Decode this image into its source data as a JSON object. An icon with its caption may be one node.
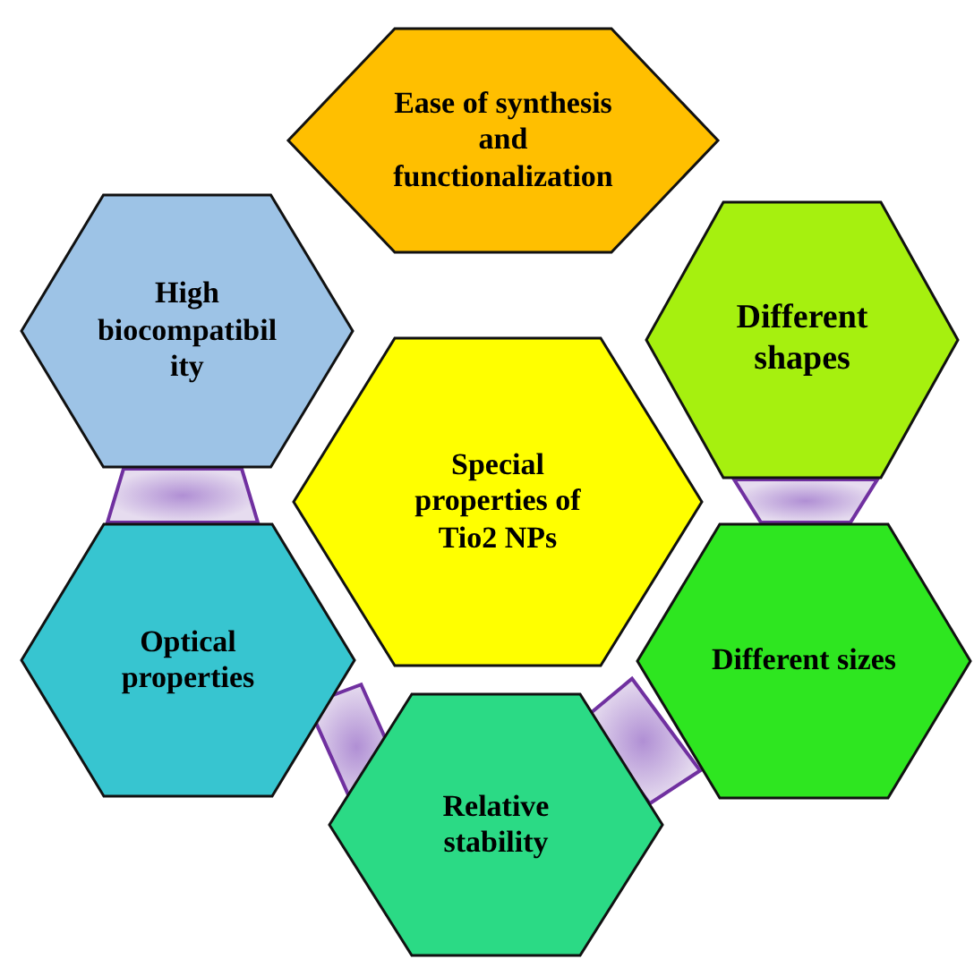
{
  "diagram": {
    "nodes": [
      {
        "text": [
          "Ease of synthesis and functionalization"
        ]
      },
      {
        "text": [
          "High biocompatibil ity"
        ]
      },
      {
        "text": [
          "Different shapes"
        ]
      },
      {
        "text": [
          "Special properties of Tio2 NPs"
        ]
      },
      {
        "text": [
          "Optical properties"
        ]
      },
      {
        "text": [
          "Different sizes"
        ]
      },
      {
        "text": [
          "Relative stability"
        ]
      }
    ],
    "edges": [
      {
        "from": 1,
        "to": 4,
        "arrow": "none"
      },
      {
        "from": 2,
        "to": 5,
        "arrow": "none"
      },
      {
        "from": 5,
        "to": 6,
        "arrow": "none"
      },
      {
        "from": 4,
        "to": 6,
        "arrow": "none"
      }
    ]
  }
}
